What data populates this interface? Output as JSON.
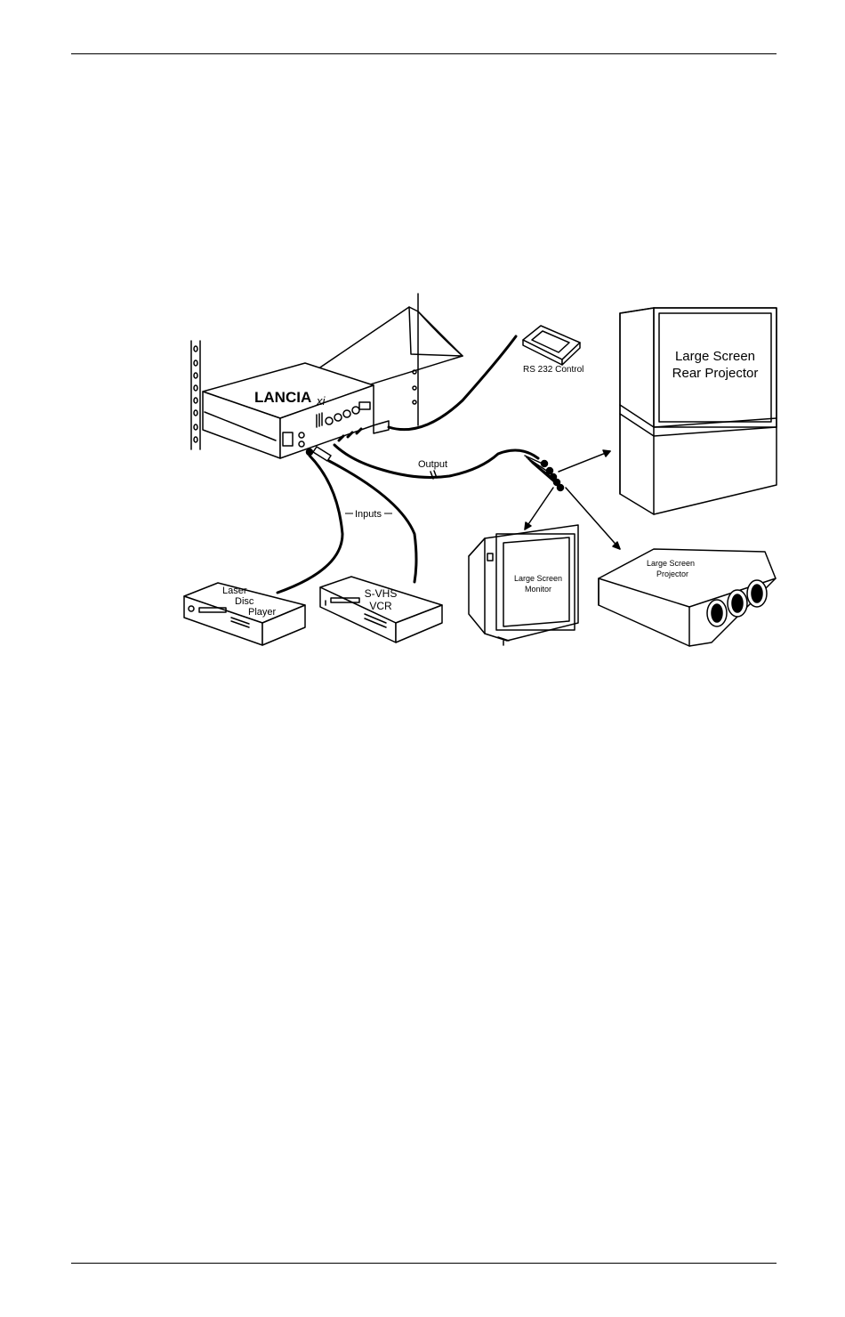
{
  "labels": {
    "device_brand": "LANCIA",
    "device_suffix": "xi",
    "rs232": "RS 232 Control",
    "rear_projector_line1": "Large Screen",
    "rear_projector_line2": "Rear Projector",
    "output": "Output",
    "inputs": "Inputs",
    "laserdisc_line1": "Laser",
    "laserdisc_line2": "Disc",
    "laserdisc_line3": "Player",
    "vcr_line1": "S-VHS",
    "vcr_line2": "VCR",
    "monitor_line1": "Large Screen",
    "monitor_line2": "Monitor",
    "projector_line1": "Large Screen",
    "projector_line2": "Projector"
  }
}
